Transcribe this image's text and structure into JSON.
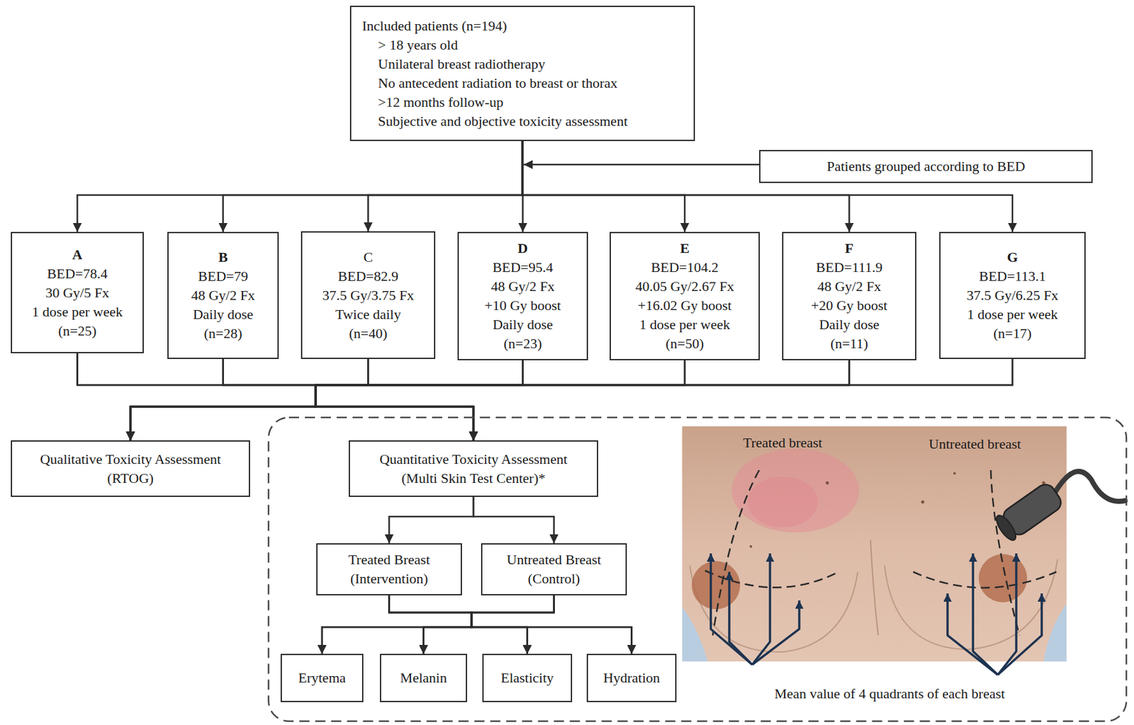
{
  "diagram": {
    "nodes": [
      {
        "text": [
          "Included patients (n=194)",
          "> 18 years old",
          "Unilateral breast radiotherapy",
          "No antecedent radiation to breast or thorax",
          ">12 months follow-up",
          "Subjective and objective toxicity assessment"
        ]
      },
      {
        "text": [
          "Patients grouped according to BED"
        ]
      },
      {
        "text": [
          "A",
          "BED=78.4",
          "30 Gy/5 Fx",
          "1 dose per week",
          "(n=25)"
        ]
      },
      {
        "text": [
          "B",
          "BED=79",
          "48 Gy/2 Fx",
          "Daily dose",
          "(n=28)"
        ]
      },
      {
        "text": [
          "C",
          "BED=82.9",
          "37.5 Gy/3.75 Fx",
          "Twice daily",
          "(n=40)"
        ]
      },
      {
        "text": [
          "D",
          "BED=95.4",
          "48 Gy/2 Fx",
          "+10 Gy boost",
          "Daily dose",
          "(n=23)"
        ]
      },
      {
        "text": [
          "E",
          "BED=104.2",
          "40.05 Gy/2.67 Fx",
          "+16.02 Gy boost",
          "1 dose per week",
          "(n=50)"
        ]
      },
      {
        "text": [
          "F",
          "BED=111.9",
          "48 Gy/2 Fx",
          "+20 Gy boost",
          "Daily dose",
          "(n=11)"
        ]
      },
      {
        "text": [
          "G",
          "BED=113.1",
          "37.5 Gy/6.25 Fx",
          "1 dose per week",
          "(n=17)"
        ]
      },
      {
        "text": [
          "Qualitative Toxicity Assessment (RTOG)"
        ]
      },
      {
        "text": [
          "Mean value of 4 quadrants of each breast"
        ]
      },
      {
        "text": [
          "Quantitative Toxicity Assessment (Multi Skin Test Center)*"
        ],
        "in": 10
      },
      {
        "text": [
          "Treated Breast (Intervention)"
        ],
        "in": 10
      },
      {
        "text": [
          "Untreated Breast (Control)"
        ],
        "in": 10
      },
      {
        "text": [
          "Erytema"
        ],
        "in": 10
      },
      {
        "text": [
          "Melanin"
        ],
        "in": 10
      },
      {
        "text": [
          "Elasticity"
        ],
        "in": 10
      },
      {
        "text": [
          "Hydration"
        ],
        "in": 10
      }
    ],
    "edges": [
      {
        "from": 0,
        "to": 2,
        "arrow": "to"
      },
      {
        "from": 0,
        "to": 3,
        "arrow": "to"
      },
      {
        "from": 0,
        "to": 4,
        "arrow": "to"
      },
      {
        "from": 0,
        "to": 5,
        "arrow": "to"
      },
      {
        "from": 0,
        "to": 6,
        "arrow": "to"
      },
      {
        "from": 0,
        "to": 7,
        "arrow": "to"
      },
      {
        "from": 0,
        "to": 8,
        "arrow": "to"
      },
      {
        "from": 2,
        "to": 9,
        "arrow": "to"
      },
      {
        "from": 3,
        "to": 9,
        "arrow": "to"
      },
      {
        "from": 4,
        "to": 9,
        "arrow": "to"
      },
      {
        "from": 5,
        "to": 9,
        "arrow": "to"
      },
      {
        "from": 6,
        "to": 9,
        "arrow": "to"
      },
      {
        "from": 7,
        "to": 9,
        "arrow": "to"
      },
      {
        "from": 8,
        "to": 9,
        "arrow": "to"
      },
      {
        "from": 2,
        "to": 11,
        "arrow": "to"
      },
      {
        "from": 3,
        "to": 11,
        "arrow": "to"
      },
      {
        "from": 4,
        "to": 11,
        "arrow": "to"
      },
      {
        "from": 5,
        "to": 11,
        "arrow": "to"
      },
      {
        "from": 6,
        "to": 11,
        "arrow": "to"
      },
      {
        "from": 7,
        "to": 11,
        "arrow": "to"
      },
      {
        "from": 8,
        "to": 11,
        "arrow": "to"
      },
      {
        "from": 11,
        "to": 12,
        "arrow": "to"
      },
      {
        "from": 11,
        "to": 13,
        "arrow": "to"
      },
      {
        "from": 12,
        "to": 14,
        "arrow": "to"
      },
      {
        "from": 12,
        "to": 15,
        "arrow": "to"
      },
      {
        "from": 12,
        "to": 16,
        "arrow": "to"
      },
      {
        "from": 12,
        "to": 17,
        "arrow": "to"
      },
      {
        "from": 13,
        "to": 14,
        "arrow": "to"
      },
      {
        "from": 13,
        "to": 15,
        "arrow": "to"
      },
      {
        "from": 13,
        "to": 16,
        "arrow": "to"
      },
      {
        "from": 13,
        "to": 17,
        "arrow": "to"
      }
    ],
    "labels": [
      "Treated breast",
      "Untreated breast"
    ]
  }
}
